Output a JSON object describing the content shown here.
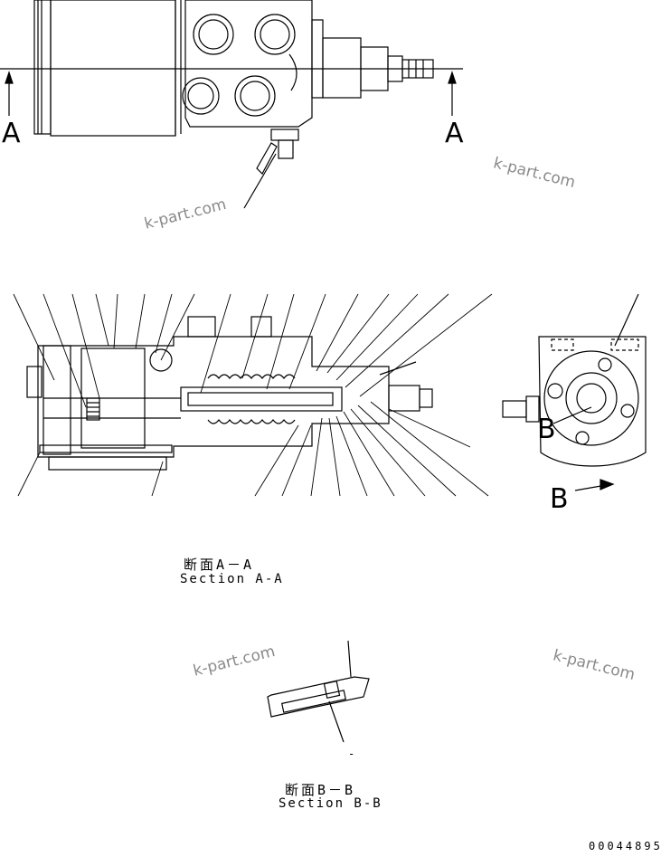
{
  "labels": {
    "section_a_letter_left": "A",
    "section_a_letter_right": "A",
    "section_b_letter_side": "B",
    "section_b_letter_arrow": "B",
    "section_a_jp": "断面A－A",
    "section_a_en": "Section A-A",
    "section_b_jp": "断面B－B",
    "section_b_en": "Section B-B",
    "dash_mark": "-",
    "document_number": "00044895"
  },
  "watermarks": [
    "k-part.com",
    "k-part.com",
    "k-part.com",
    "k-part.com"
  ],
  "colors": {
    "line": "#000000",
    "watermark": "#8a8a8a",
    "background": "#ffffff"
  }
}
